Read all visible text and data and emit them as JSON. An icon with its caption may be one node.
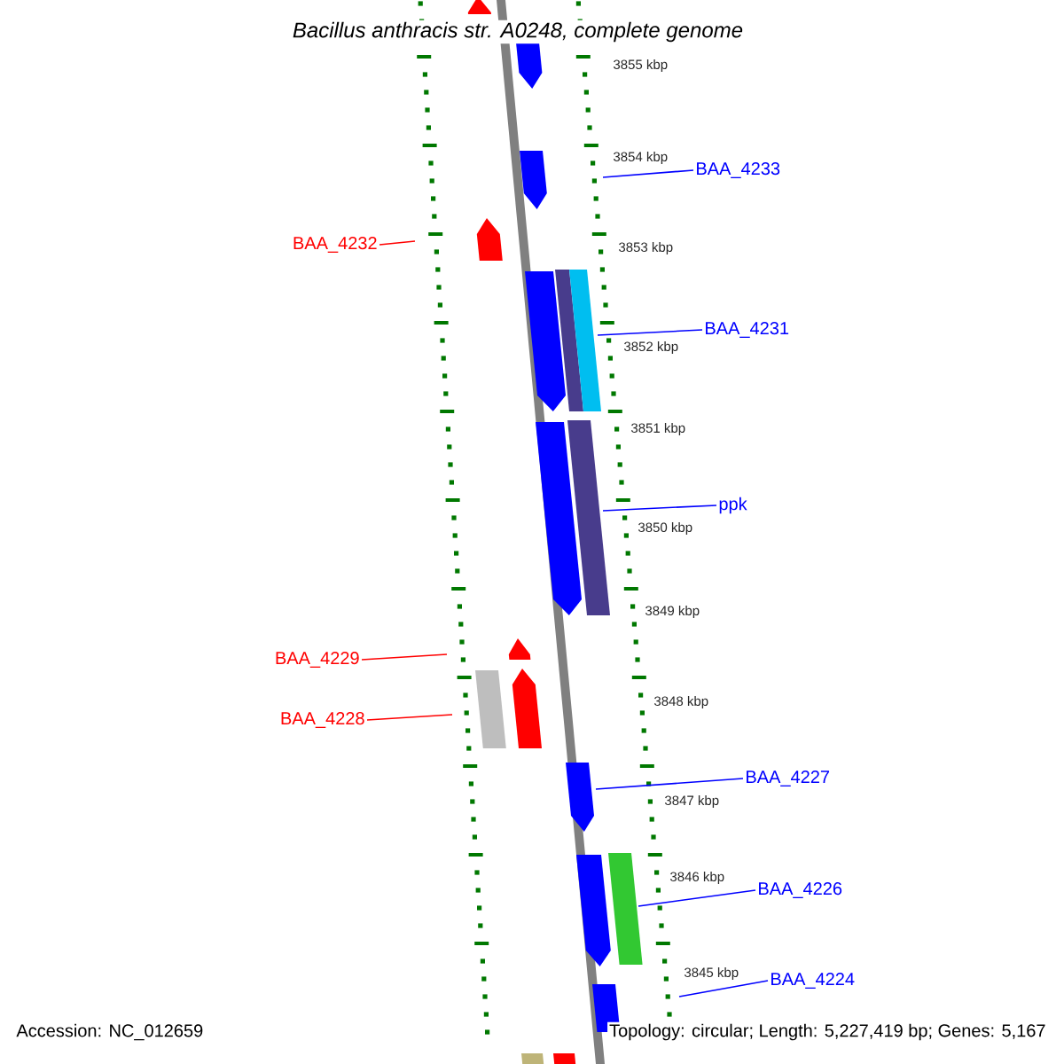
{
  "diagram": {
    "title": "Bacillus anthracis str. A0248, complete genome",
    "nodes": [
      {
        "text": [
          "BAA_4233"
        ]
      },
      {
        "text": [
          "BAA_4232"
        ]
      },
      {
        "text": [
          "BAA_4231"
        ]
      },
      {
        "text": [
          "ppk"
        ]
      },
      {
        "text": [
          "BAA_4229"
        ]
      },
      {
        "text": [
          "BAA_4228"
        ]
      },
      {
        "text": [
          "BAA_4227"
        ]
      },
      {
        "text": [
          "BAA_4226"
        ]
      },
      {
        "text": [
          "BAA_4224"
        ]
      }
    ],
    "edges": [
      {
        "from": 0,
        "to": null,
        "arrow": "none"
      },
      {
        "from": 1,
        "to": null,
        "arrow": "none",
        "color": "#ff0000"
      },
      {
        "from": 2,
        "to": null,
        "arrow": "none"
      },
      {
        "from": 3,
        "to": null,
        "arrow": "none"
      },
      {
        "from": 4,
        "to": null,
        "arrow": "none",
        "color": "#ff0000"
      },
      {
        "from": 5,
        "to": null,
        "arrow": "none",
        "color": "#ff0000"
      },
      {
        "from": 6,
        "to": null,
        "arrow": "none"
      },
      {
        "from": 7,
        "to": null,
        "arrow": "none"
      },
      {
        "from": 8,
        "to": null,
        "arrow": "none"
      }
    ],
    "labels": [
      "3855 kbp",
      "3854 kbp",
      "3853 kbp",
      "3852 kbp",
      "3851 kbp",
      "3850 kbp",
      "3849 kbp",
      "3848 kbp",
      "3847 kbp",
      "3846 kbp",
      "3845 kbp",
      "Accession: NC_012659",
      "Topology: circular; Length: 5,227,419 bp; Genes: 5,167"
    ]
  }
}
